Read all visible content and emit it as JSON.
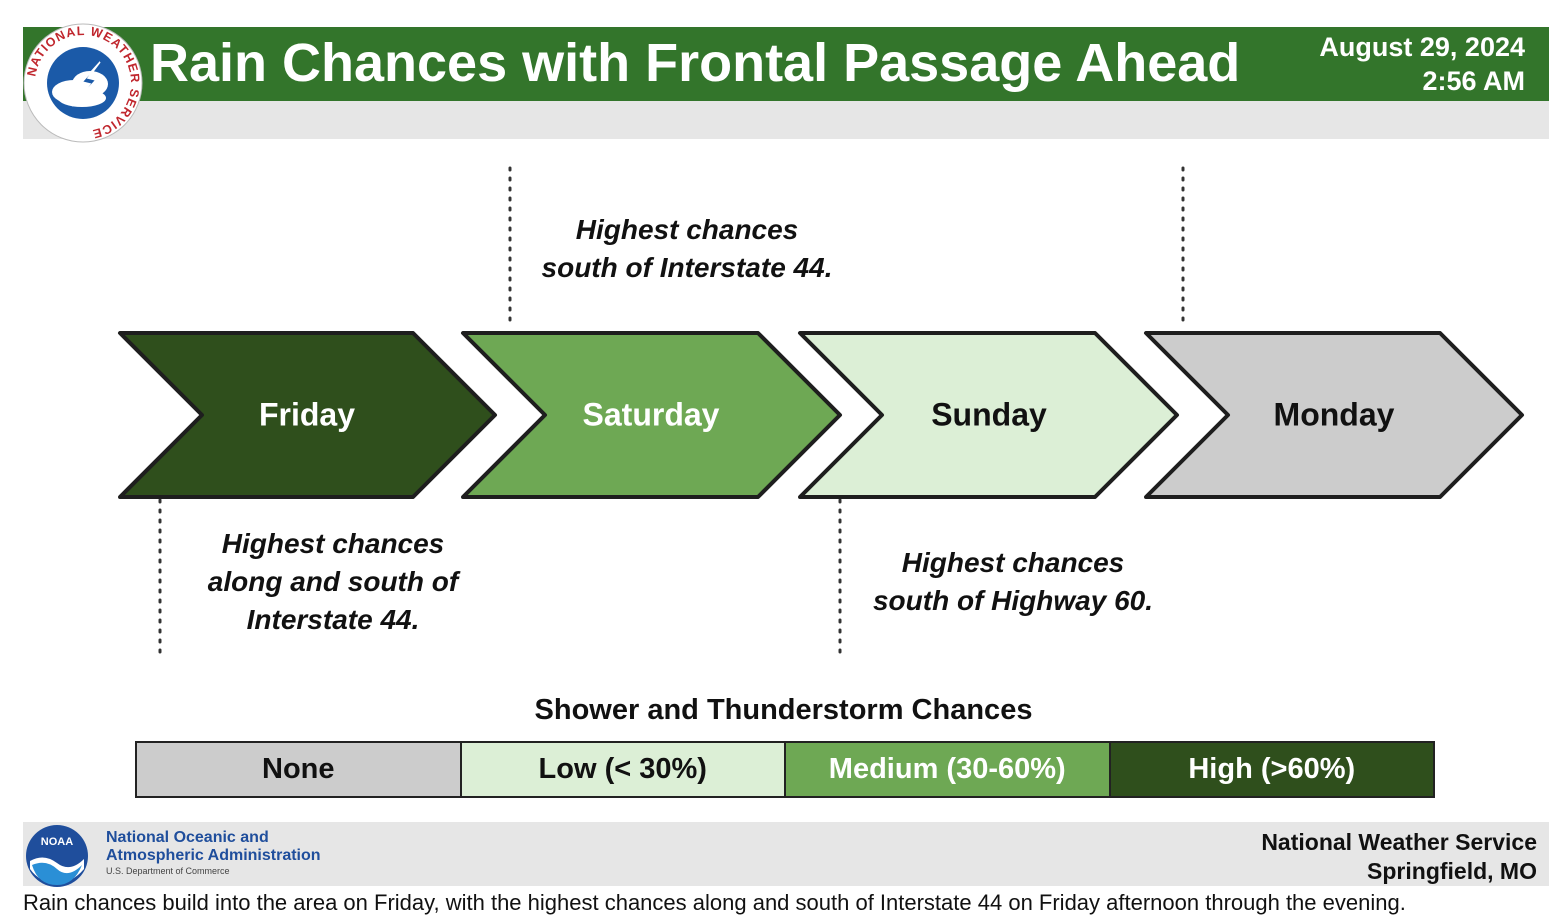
{
  "header": {
    "title": "Rain Chances with Frontal Passage Ahead",
    "date": "August 29, 2024",
    "time": "2:56 AM",
    "bar_color": "#33752b",
    "logo_ring_text": "NATIONAL WEATHER SERVICE"
  },
  "days": [
    {
      "label": "Friday",
      "fill": "#2f4f1c",
      "text_color": "#ffffff"
    },
    {
      "label": "Saturday",
      "fill": "#6ea854",
      "text_color": "#ffffff"
    },
    {
      "label": "Sunday",
      "fill": "#dcefd6",
      "text_color": "#111111"
    },
    {
      "label": "Monday",
      "fill": "#cccccc",
      "text_color": "#111111"
    }
  ],
  "notes": {
    "friday": [
      "Highest chances",
      "along and south of",
      "Interstate 44."
    ],
    "saturday": [
      "Highest chances",
      "south of Interstate 44."
    ],
    "sunday": [
      "Highest chances",
      "south of Highway 60."
    ]
  },
  "legend": {
    "title": "Shower and Thunderstorm Chances",
    "items": [
      {
        "label": "None",
        "fill": "#cccccc",
        "text_color": "#111111"
      },
      {
        "label": "Low (< 30%)",
        "fill": "#dcefd6",
        "text_color": "#111111"
      },
      {
        "label": "Medium (30-60%)",
        "fill": "#6ea854",
        "text_color": "#ffffff"
      },
      {
        "label": "High (>60%)",
        "fill": "#2f4f1c",
        "text_color": "#ffffff"
      }
    ]
  },
  "footer": {
    "noaa_line1": "National Oceanic and",
    "noaa_line2": "Atmospheric Administration",
    "noaa_dept": "U.S. Department of Commerce",
    "noaa_logo_text": "NOAA",
    "office_line1": "National Weather Service",
    "office_line2": "Springfield, MO"
  },
  "caption": "Rain chances build into the area on Friday, with the highest chances along and south of Interstate 44 on Friday afternoon through the evening."
}
